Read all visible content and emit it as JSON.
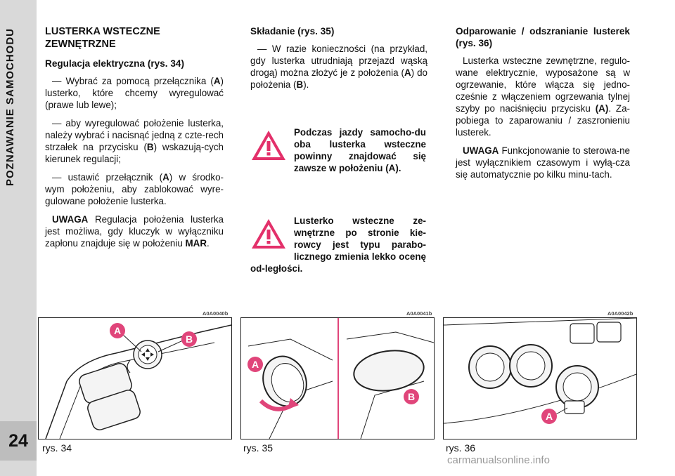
{
  "sidebar": {
    "section_title": "POZNAWANIE SAMOCHODU",
    "page_number": "24"
  },
  "col1": {
    "title": "LUSTERKA WSTECZNE ZEWNĘTRZNE",
    "subtitle": "Regulacja elektryczna (rys. 34)",
    "p1_pre": "— Wybrać za pomocą przełącznika (",
    "p1_key": "A",
    "p1_post": ") lusterko, które chcemy wyregulować (prawe lub lewe);",
    "p2_pre": "— aby wyregulować położenie lusterka, należy wybrać i nacisnąć jedną z czte-rech strzałek na przycisku (",
    "p2_key": "B",
    "p2_post": ") wskazują-cych kierunek regulacji;",
    "p3_pre": "— ustawić przełącznik (",
    "p3_key": "A",
    "p3_post": ") w środko-wym położeniu, aby zablokować wyre-gulowane położenie lusterka.",
    "note_label": "UWAGA",
    "note_text": " Regulacja położenia lusterka jest możliwa, gdy kluczyk w wyłączniku zapłonu znajduje się w położeniu ",
    "note_key": "MAR",
    "note_end": "."
  },
  "col2": {
    "subtitle": "Składanie (rys. 35)",
    "p1_pre": "— W razie konieczności (na przykład, gdy lusterka utrudniają przejazd wąską drogą) można złożyć je z położenia (",
    "p1_key1": "A",
    "p1_mid": ") do położenia (",
    "p1_key2": "B",
    "p1_post": ").",
    "warning1": "Podczas jazdy samocho-du oba lusterka wsteczne powinny znajdować się zawsze w położeniu (A).",
    "warning2": "Lusterko wsteczne ze-wnętrzne po stronie kie-rowcy jest typu parabo-licznego zmienia lekko ocenę od-ległości."
  },
  "col3": {
    "subtitle": "Odparowanie / odszranianie lusterek (rys. 36)",
    "p1_pre": "Lusterka wsteczne zewnętrzne, regulo-wane elektrycznie, wyposażone są w ogrzewanie, które włącza się jedno-cześnie z włączeniem ogrzewania tylnej szyby po naciśnięciu przycisku ",
    "p1_key": "(A)",
    "p1_post": ". Za-pobiega to zaparowaniu / zaszronieniu lusterek.",
    "note_label": "UWAGA",
    "note_text": " Funkcjonowanie to sterowa-ne jest wyłącznikiem czasowym i wyłą-cza się automatycznie po kilku minu-tach."
  },
  "figures": [
    {
      "code": "A0A0040b",
      "caption": "rys. 34",
      "label_a": "A",
      "label_b": "B"
    },
    {
      "code": "A0A0041b",
      "caption": "rys. 35",
      "label_a": "A",
      "label_b": "B"
    },
    {
      "code": "A0A0042b",
      "caption": "rys. 36",
      "label_a": "A"
    }
  ],
  "watermark": "carmanualsonline.info",
  "colors": {
    "label_fill": "#e0457a",
    "sidebar": "#d9d9d9",
    "warning_red": "#e3306a"
  }
}
